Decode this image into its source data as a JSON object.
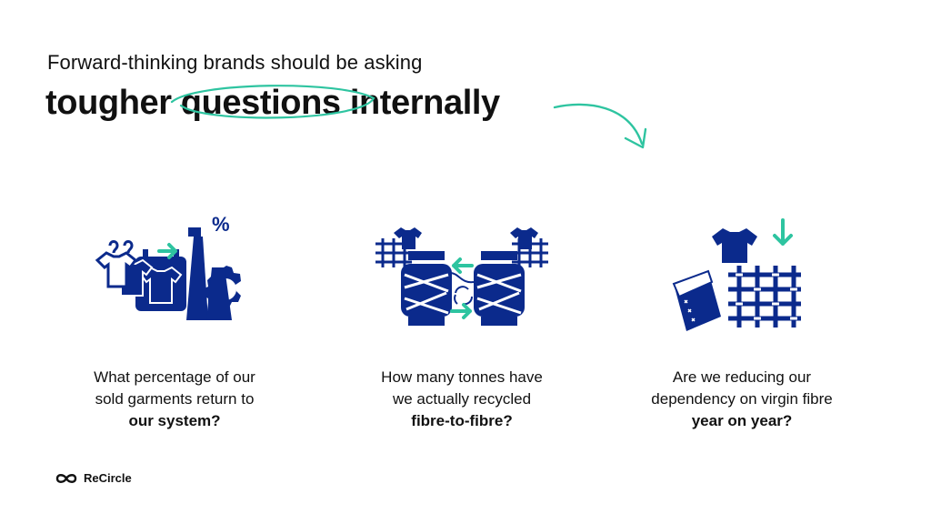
{
  "header": {
    "subtitle": "Forward-thinking brands should be asking",
    "headline_pre": "tougher ",
    "headline_highlight": "questions",
    "headline_post": " internally"
  },
  "columns": [
    {
      "icon": "garment-return-factory-icon",
      "line1": "What percentage of our",
      "line2": "sold garments return to",
      "bold": "our system?"
    },
    {
      "icon": "fibre-recycling-spools-icon",
      "line1": "How many tonnes have",
      "line2": "we actually recycled",
      "bold": "fibre-to-fibre?"
    },
    {
      "icon": "virgin-fibre-reduction-icon",
      "line1": "Are we reducing our",
      "line2": "dependency on virgin fibre",
      "bold": "year on year?"
    }
  ],
  "brand": {
    "name": "ReCircle"
  },
  "colors": {
    "navy": "#0b2a8c",
    "accent": "#2ec4a0",
    "text": "#111111"
  },
  "icon_text": {
    "percent_sign": "%"
  }
}
